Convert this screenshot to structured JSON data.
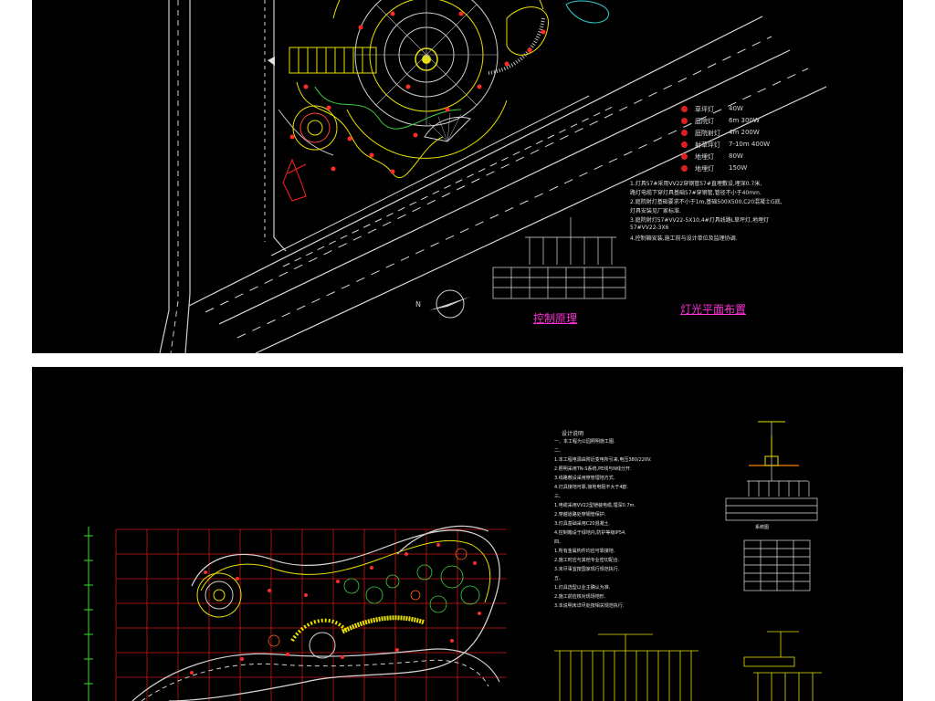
{
  "top_panel": {
    "legend": [
      {
        "name": "草坪灯",
        "value": "40W",
        "color": "#e02020"
      },
      {
        "name": "庭院灯",
        "value": "6m  300W",
        "color": "#e02020"
      },
      {
        "name": "庭院射灯",
        "value": "4m  200W",
        "color": "#e02020"
      },
      {
        "name": "射草坪灯",
        "value": "7-10m  400W",
        "color": "#e02020"
      },
      {
        "name": "地埋灯",
        "value": "80W",
        "color": "#e02020"
      },
      {
        "name": "地埋灯",
        "value": "150W",
        "color": "#e02020"
      }
    ],
    "notes": [
      "1.灯具57#采用VV22穿钢管57#直埋敷设,埋深0.7米,",
      "路灯电缆下穿灯具基础57#穿钢管,管径不小于40mm.",
      "2.庭院射灯基础要求不小于1m,基础500X500,C20混凝土G底,",
      "灯具安装见厂家标准.",
      "3.庭院射灯57#VV22-5X10,4#灯具线路L草坪灯,地埋灯",
      "57#VV22-3X6",
      "4.控制箱安装,施工前与设计单位及监理协调."
    ],
    "control_caption": "控制原理",
    "plan_caption": "灯光平面布置"
  },
  "bottom_panel": {
    "note_heading": "设计说明",
    "notes": [
      "一、本工程为公园照明施工图.",
      "二、",
      "1.本工程电源由附近变电所引来,电压380/220V.",
      "2.照明采用TN-S系统,PE线与N线分开.",
      "3.线路敷设采用穿管埋地方式.",
      "4.灯具接地可靠,接地电阻不大于4欧.",
      "三、",
      "1.电缆采用VV22型铠装电缆,埋深0.7m.",
      "2.穿越道路处穿钢管保护.",
      "3.灯具基础采用C20混凝土.",
      "4.控制箱设于绿地内,防护等级IP54.",
      "四、",
      "1.所有金属构件均应可靠接地.",
      "2.施工时应与其他专业密切配合.",
      "3.未尽事宜按国家现行规范执行.",
      "五、",
      "1.灯具选型以业主确认为准.",
      "2.施工前应核对现场地形.",
      "3.本说明未详尽处按相关规范执行."
    ],
    "diagram_caption": "系统图"
  }
}
